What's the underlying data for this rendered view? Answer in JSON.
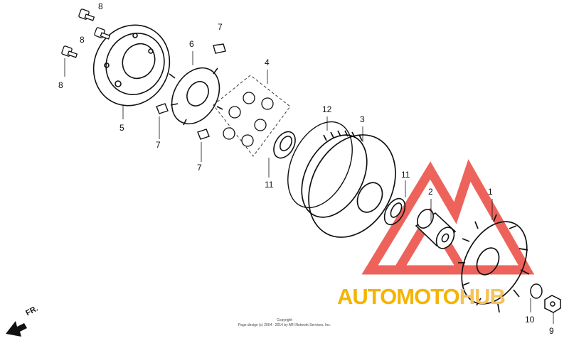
{
  "callouts": {
    "c1": "1",
    "c2": "2",
    "c3": "3",
    "c4": "4",
    "c5": "5",
    "c6": "6",
    "c7a": "7",
    "c7b": "7",
    "c7c": "7",
    "c8a": "8",
    "c8b": "8",
    "c8c": "8",
    "c9": "9",
    "c10": "10",
    "c11a": "11",
    "c11b": "11",
    "c12": "12"
  },
  "direction_label": "FR.",
  "copyright": {
    "line1": "Copyright",
    "line2": "Page design (c) 2004 - 2014 by ARI Network Services, Inc."
  },
  "watermark": {
    "part1": "AUTOMOTO",
    "part2": "HUB",
    "color_primary": "#f4b400",
    "color_logo": "#e8382e"
  }
}
